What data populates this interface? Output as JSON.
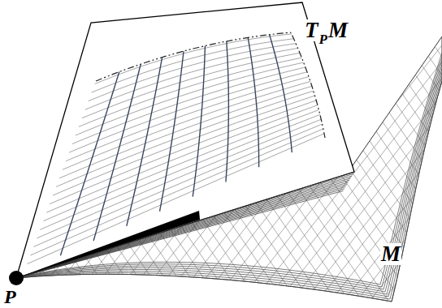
{
  "diagram": {
    "labels": [
      "T",
      "P",
      "M",
      "M",
      "P"
    ]
  }
}
